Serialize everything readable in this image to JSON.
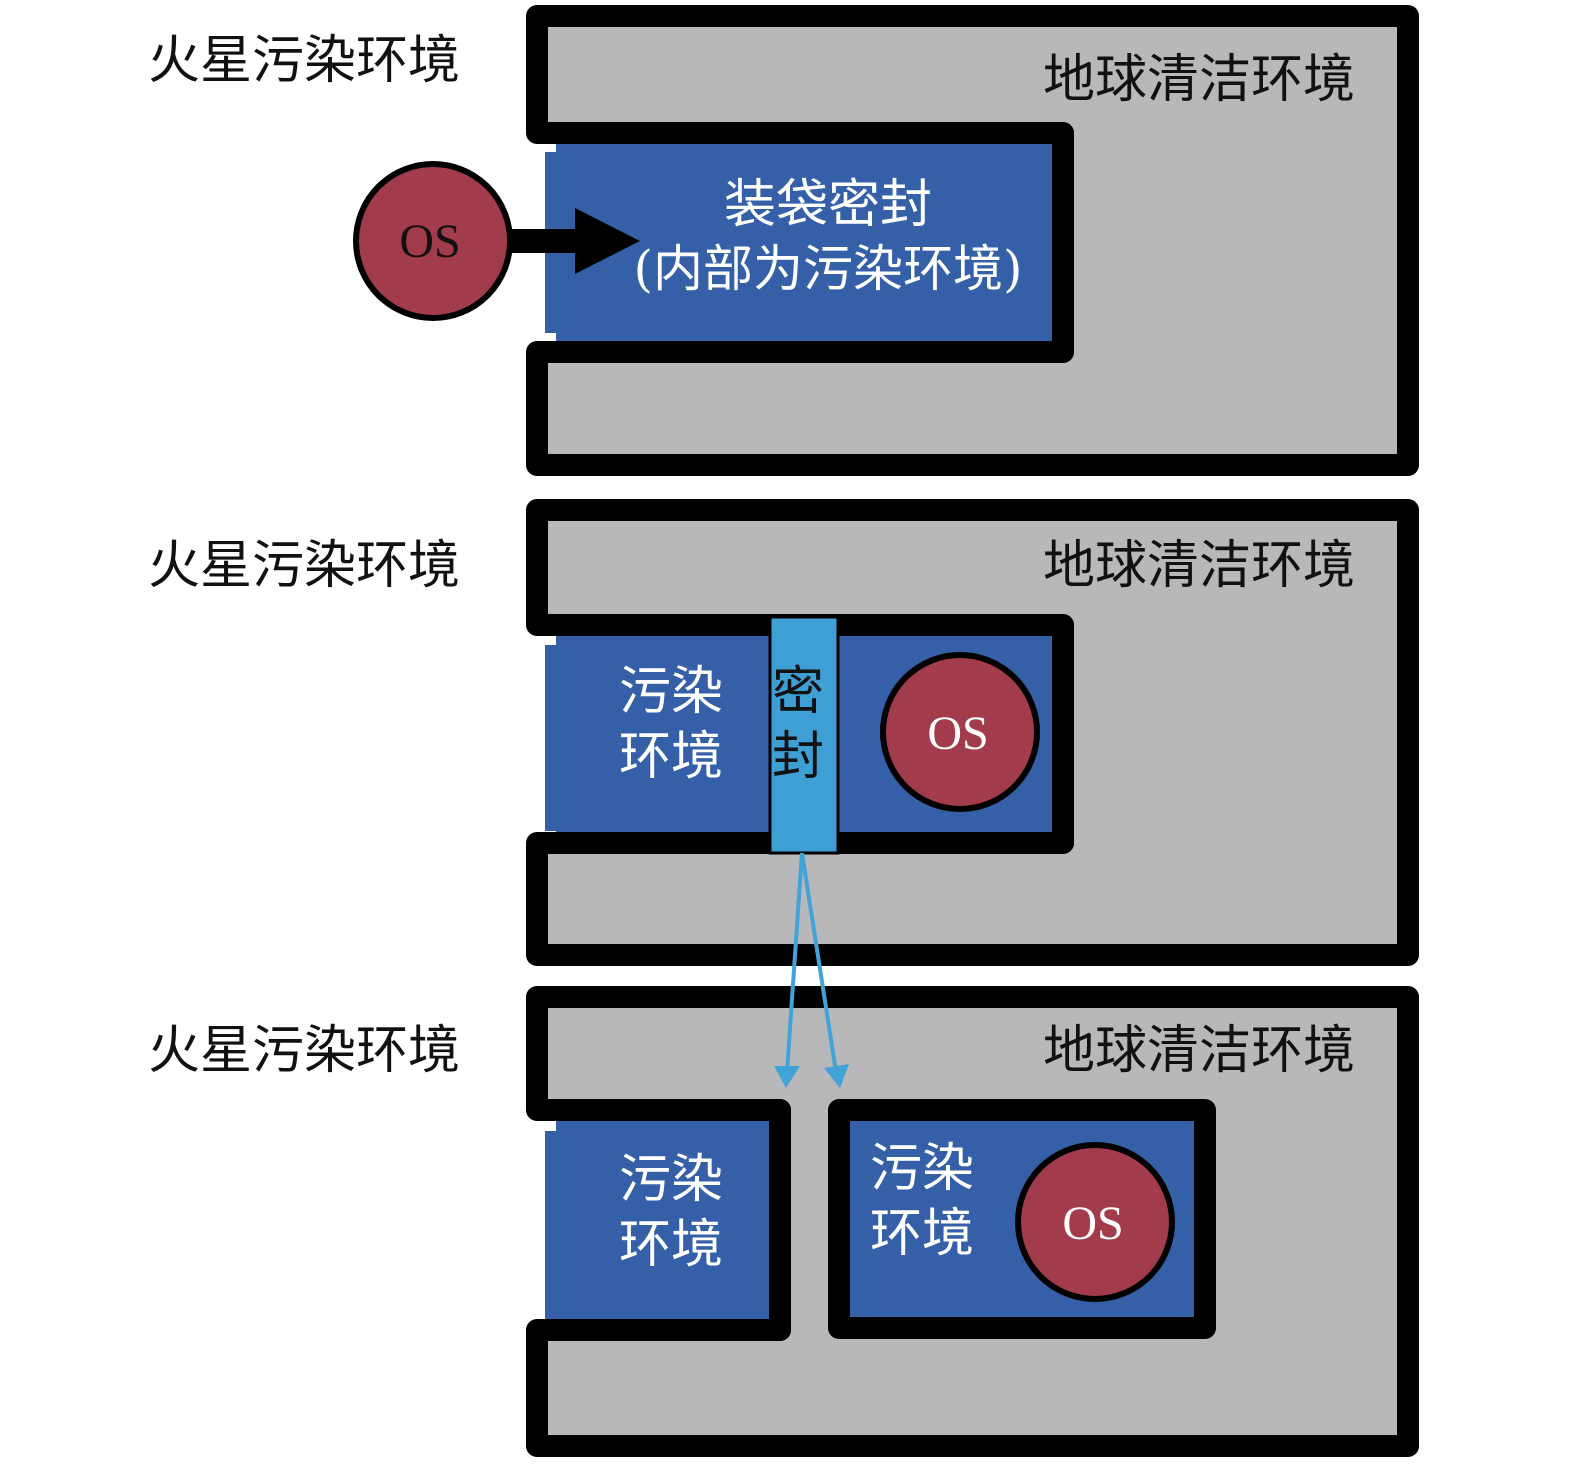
{
  "colors": {
    "outline": "#000000",
    "earth_fill": "#b8b7b9",
    "bag_fill": "#3560a8",
    "seal_fill": "#3d9fd4",
    "seal_arrow": "#41a3d8",
    "os_fill": "#a23b4b",
    "text_dark": "#111111",
    "text_light": "#ffffff"
  },
  "panel1": {
    "mars_label": "火星污染环境",
    "earth_label": "地球清洁环境",
    "bag_label_line1": "装袋密封",
    "bag_label_line2": "(内部为污染环境)",
    "os_label": "OS"
  },
  "panel2": {
    "mars_label": "火星污染环境",
    "earth_label": "地球清洁环境",
    "contaminated_line1": "污染",
    "contaminated_line2": "环境",
    "seal_line1": "密",
    "seal_line2": "封",
    "os_label": "OS"
  },
  "panel3": {
    "mars_label": "火星污染环境",
    "earth_label": "地球清洁环境",
    "left_contaminated_line1": "污染",
    "left_contaminated_line2": "环境",
    "right_contaminated_line1": "污染",
    "right_contaminated_line2": "环境",
    "os_label": "OS"
  }
}
